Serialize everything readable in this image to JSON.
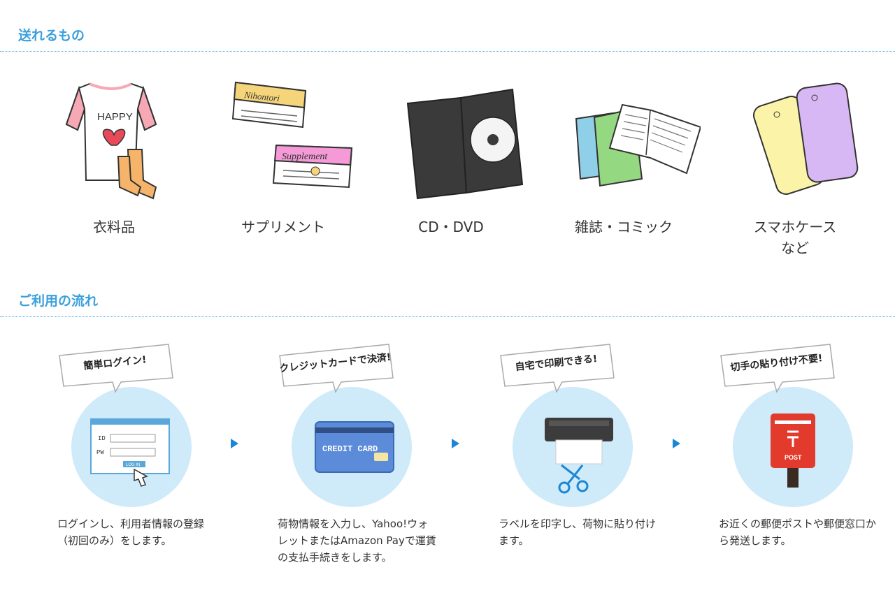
{
  "sections": {
    "items_title": "送れるもの",
    "flow_title": "ご利用の流れ"
  },
  "items": [
    {
      "label": "衣料品",
      "icon": "clothing-icon"
    },
    {
      "label": "サプリメント",
      "icon": "supplement-icon"
    },
    {
      "label": "CD・DVD",
      "icon": "dvd-icon"
    },
    {
      "label": "雑誌・コミック",
      "icon": "magazine-icon"
    },
    {
      "label": "スマホケース\nなど",
      "icon": "phone-case-icon"
    }
  ],
  "illustration_text": {
    "shirt": "HAPPY",
    "supplement_top": "Nihontori",
    "supplement_bottom": "Supplement",
    "login_id": "ID",
    "login_pw": "PW",
    "login_btn": "LOG IN",
    "credit_card": "CREDIT CARD",
    "post": "POST"
  },
  "steps": [
    {
      "bubble": "簡単ログイン!",
      "text": "ログインし、利用者情報の登録（初回のみ）をします。",
      "icon": "login-window-icon"
    },
    {
      "bubble": "クレジットカードで決済!",
      "text": "荷物情報を入力し、Yahoo!ウォレットまたはAmazon Payで運賃の支払手続きをします。",
      "icon": "credit-card-icon"
    },
    {
      "bubble": "自宅で印刷できる!",
      "text": "ラベルを印字し、荷物に貼り付けます。",
      "icon": "printer-icon"
    },
    {
      "bubble": "切手の貼り付け不要!",
      "text": "お近くの郵便ポストや郵便窓口から発送します。",
      "icon": "mailbox-icon"
    }
  ],
  "colors": {
    "accent": "#3aa0dc",
    "arrow": "#1b86d6",
    "circle": "#cfeaf9"
  }
}
